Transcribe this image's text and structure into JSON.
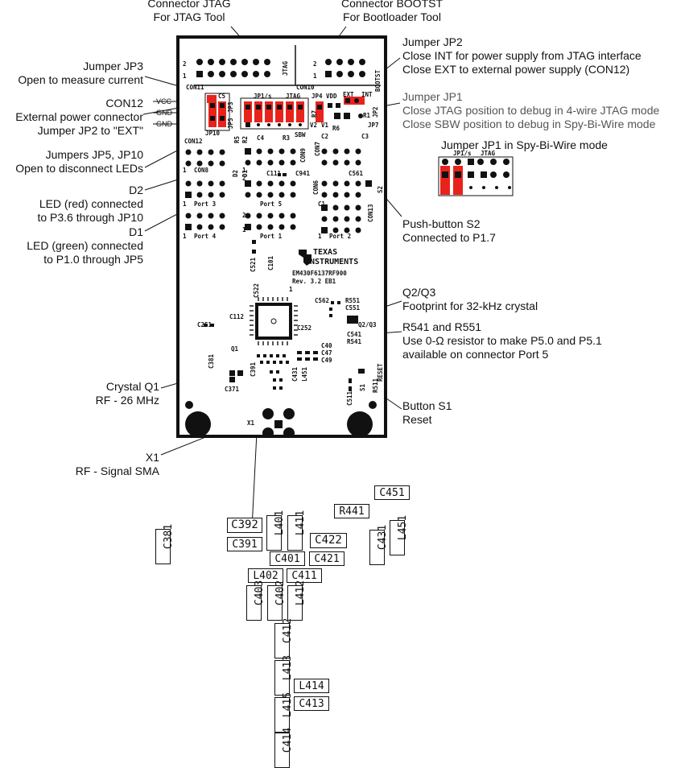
{
  "callouts": {
    "jtag": [
      "Connector JTAG",
      "For JTAG Tool"
    ],
    "bootst": [
      "Connector BOOTST",
      "For Bootloader Tool"
    ],
    "jp2": [
      "Jumper JP2",
      "Close INT for power supply from JTAG interface",
      "Close EXT to external power supply (CON12)"
    ],
    "jp1": [
      "Jumper JP1",
      "Close JTAG position to debug in 4-wire JTAG mode",
      "Close SBW position to debug in Spy-Bi-Wire mode"
    ],
    "jp1_sbw": "Jumper JP1 in Spy-Bi-Wire mode",
    "jp3": [
      "Jumper JP3",
      "Open to measure current"
    ],
    "con12": [
      "CON12",
      "External power connector",
      "Jumper JP2 to \"EXT\""
    ],
    "jp5_jp10": [
      "Jumpers JP5, JP10",
      "Open to disconnect LEDs"
    ],
    "d2": [
      "D2",
      "LED (red) connected",
      "to P3.6 through JP10"
    ],
    "d1": [
      "D1",
      "LED (green) connected",
      "to P1.0 through JP5"
    ],
    "s2": [
      "Push-button S2",
      "Connected to P1.7"
    ],
    "q2q3": [
      "Q2/Q3",
      "Footprint for 32-kHz crystal"
    ],
    "r541": [
      "R541 and R551",
      "Use 0-Ω resistor  to make P5.0 and P5.1",
      "available on connector Port 5"
    ],
    "q1": [
      "Crystal Q1",
      "RF - 26 MHz"
    ],
    "s1": [
      "Button S1",
      "Reset"
    ],
    "x1": [
      "X1",
      "RF - Signal SMA"
    ],
    "power_pins": [
      "VCC",
      "GND",
      "GND"
    ]
  },
  "board": {
    "con11": "CON11",
    "con10": "CON10",
    "jtag": "JTAG",
    "bootst": "BOOTST",
    "c5": "C5",
    "jp3": "JP3",
    "jp1s": "JP1/s",
    "jtag2": "JTAG",
    "jp4": "JP4",
    "vdd": "VDD",
    "ext": "EXT",
    "int": "INT",
    "jp2": "JP2",
    "con12": "CON12",
    "jp5": "JP5",
    "jp10": "JP10",
    "r7": "R7",
    "r1": "R1",
    "r6": "R6",
    "v2": "V2",
    "v1": "V1",
    "sbw": "SBW",
    "jp7": "JP7",
    "c4": "C4",
    "r3": "R3",
    "c2": "C2",
    "c3": "C3",
    "r5": "R5",
    "r2": "R2",
    "d2": "D2",
    "d1": "D1",
    "con9": "CON9",
    "con8": "CON8",
    "con7": "CON7",
    "con6": "CON6",
    "con13": "CON13",
    "c111": "C111",
    "c941": "C941",
    "c561": "C561",
    "s2": "S2",
    "c1": "C1",
    "port3": "Port 3",
    "port5": "Port 5",
    "port4": "Port 4",
    "port1": "Port 1",
    "port2": "Port 2",
    "c521": "C521",
    "c101": "C101",
    "c522": "C522",
    "brand1": "TEXAS",
    "brand2": "INSTRUMENTS",
    "model": "EM430F6137RF900",
    "rev": "Rev. 3.2 EB1",
    "one": "1",
    "two": "2",
    "r551": "R551",
    "c551": "C551",
    "c562": "C562",
    "q2q3": "Q2/Q3",
    "c541": "C541",
    "r541": "R541",
    "c112": "C112",
    "c251": "C251",
    "c252": "C252",
    "q1": "Q1",
    "c381": "C381",
    "c371": "C371",
    "c391": "C391",
    "c431": "C431",
    "l451": "L451",
    "c40": "C40",
    "c47": "C47",
    "c49": "C49",
    "c511": "C511",
    "s1": "S1",
    "r511": "R511",
    "reset": "RESET",
    "x1": "X1"
  },
  "parts": [
    {
      "id": "C451",
      "label": "C451"
    },
    {
      "id": "R441",
      "label": "R441"
    },
    {
      "id": "C392",
      "label": "C392"
    },
    {
      "id": "L401",
      "label": "L401"
    },
    {
      "id": "L411",
      "label": "L411"
    },
    {
      "id": "C422",
      "label": "C422"
    },
    {
      "id": "C431",
      "label": "C431"
    },
    {
      "id": "L451",
      "label": "L451"
    },
    {
      "id": "C381",
      "label": "C381"
    },
    {
      "id": "C391",
      "label": "C391"
    },
    {
      "id": "C401",
      "label": "C401"
    },
    {
      "id": "C421",
      "label": "C421"
    },
    {
      "id": "L402",
      "label": "L402"
    },
    {
      "id": "C411",
      "label": "C411"
    },
    {
      "id": "C403",
      "label": "C403"
    },
    {
      "id": "C402",
      "label": "C402"
    },
    {
      "id": "L412",
      "label": "L412"
    },
    {
      "id": "C412",
      "label": "C412"
    },
    {
      "id": "L413",
      "label": "L413"
    },
    {
      "id": "L414",
      "label": "L414"
    },
    {
      "id": "L415",
      "label": "L415"
    },
    {
      "id": "C413",
      "label": "C413"
    },
    {
      "id": "C414",
      "label": "C414"
    }
  ],
  "colors": {
    "jumper": "#e8231c",
    "outline": "#111111"
  }
}
